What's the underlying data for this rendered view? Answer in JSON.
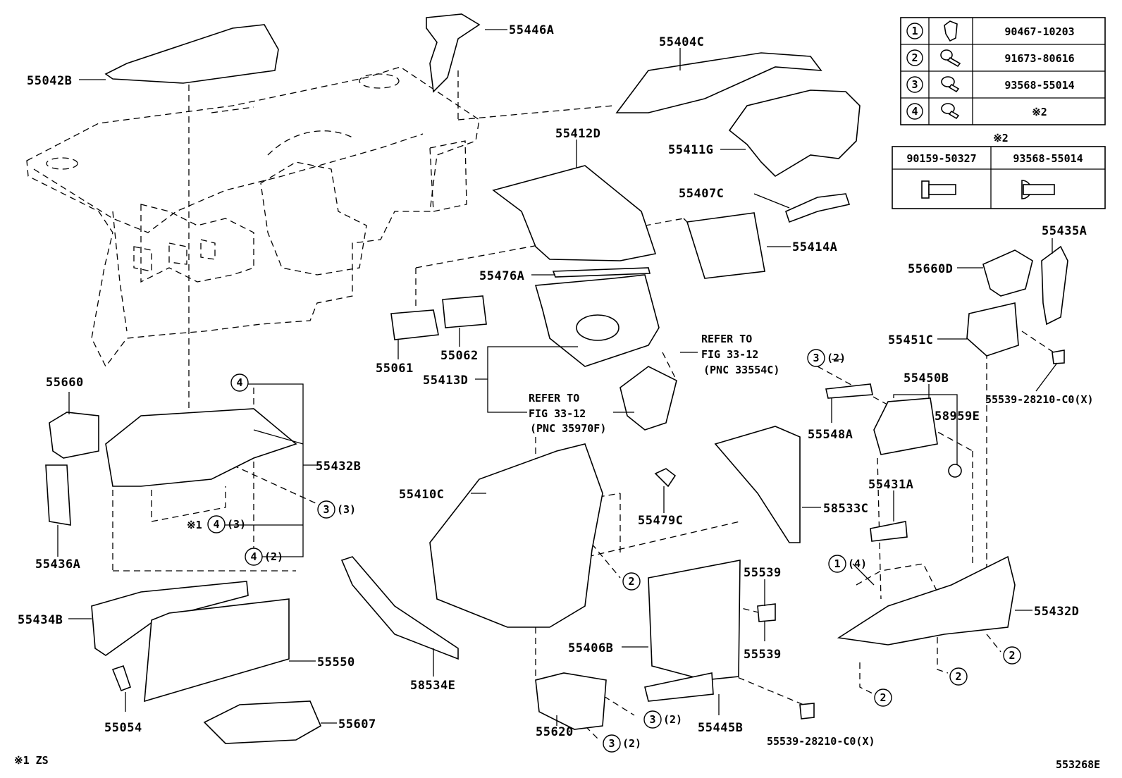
{
  "parts": {
    "p55042B": "55042B",
    "p55446A": "55446A",
    "p55404C": "55404C",
    "p55412D": "55412D",
    "p55411G": "55411G",
    "p55407C": "55407C",
    "p55414A": "55414A",
    "p55476A": "55476A",
    "p55061": "55061",
    "p55062": "55062",
    "p55413D": "55413D",
    "p55660D": "55660D",
    "p55435A": "55435A",
    "p55451C": "55451C",
    "p55539_28210_top": "55539-28210-C0(X)",
    "p55450B": "55450B",
    "p58959E": "58959E",
    "p55548A": "55548A",
    "p55660": "55660",
    "p55432B": "55432B",
    "p55436A": "55436A",
    "p55410C": "55410C",
    "p55479C": "55479C",
    "p58533C": "58533C",
    "p55431A": "55431A",
    "p55432D": "55432D",
    "p55434B": "55434B",
    "p55550": "55550",
    "p58534E": "58534E",
    "p55539a": "55539",
    "p55539b": "55539",
    "p55406B": "55406B",
    "p55054": "55054",
    "p55607": "55607",
    "p55620": "55620",
    "p55445B": "55445B",
    "p55539_28210_bot": "55539-28210-C0(X)"
  },
  "refs": {
    "ref1": [
      "REFER TO",
      "FIG 33-12",
      "(PNC 33554C)"
    ],
    "ref2": [
      "REFER TO",
      "FIG 33-12",
      "(PNC 35970F)"
    ]
  },
  "callouts": {
    "c4_top": "4",
    "c3_3": "3",
    "q3_3": "(3)",
    "mark1": "※1",
    "c4_mid": "4",
    "q4_3": "(3)",
    "c4_bot": "4",
    "q4_2": "(2)",
    "c3_548": "3",
    "q3_548": "(2)",
    "c2_center": "2",
    "c1_432d": "1",
    "q1_4": "(4)",
    "c2_a": "2",
    "c2_b": "2",
    "c2_c": "2",
    "c3_620a": "3",
    "q3_620a": "(2)",
    "c3_620b": "3",
    "q3_620b": "(2)"
  },
  "fastener_table": {
    "rows": [
      {
        "no": "1",
        "part": "90467-10203",
        "icon": "clip-icon"
      },
      {
        "no": "2",
        "part": "91673-80616",
        "icon": "bolt-icon"
      },
      {
        "no": "3",
        "part": "93568-55014",
        "icon": "screw-icon"
      },
      {
        "no": "4",
        "part": "※2",
        "icon": "screw-icon"
      }
    ],
    "note_title": "※2",
    "note_parts": [
      "90159-50327",
      "93568-55014"
    ]
  },
  "footer": {
    "note": "※1 ZS",
    "figure_id": "553268E"
  }
}
